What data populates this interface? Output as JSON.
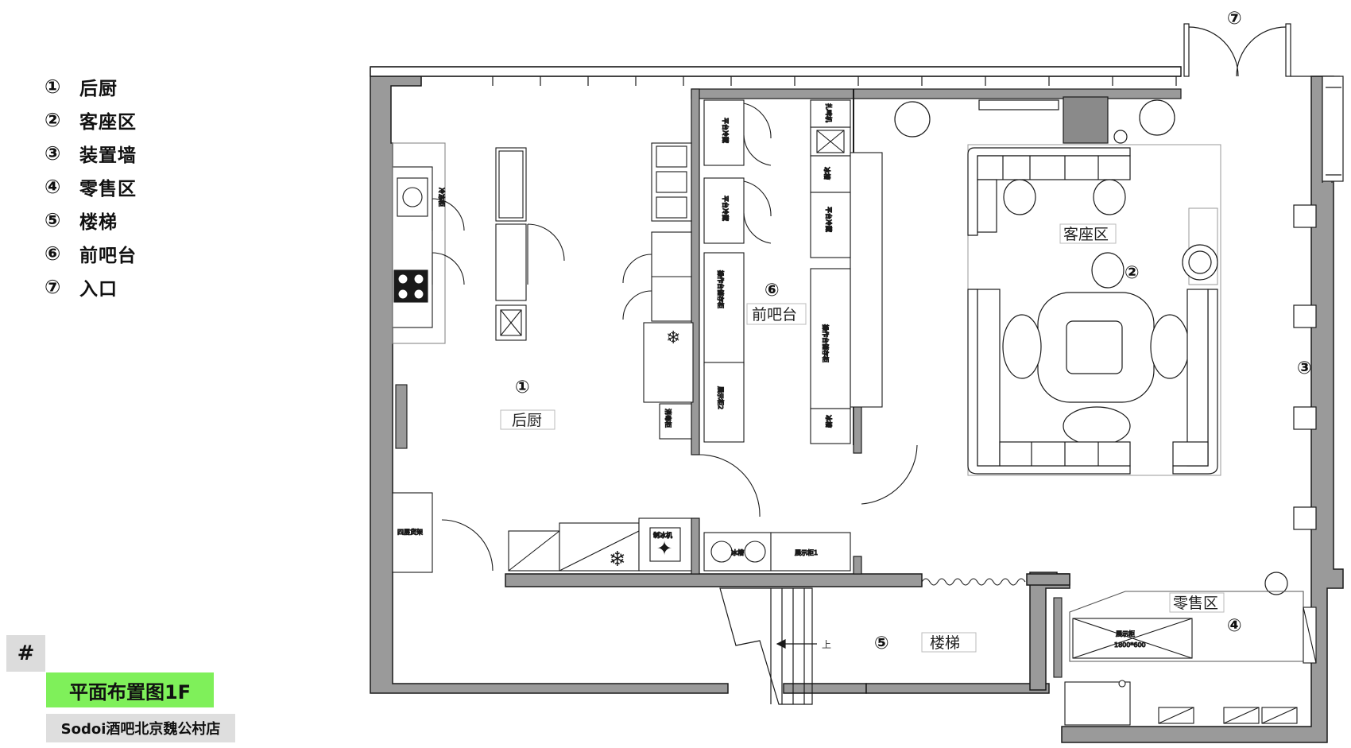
{
  "legend": [
    {
      "num": "①",
      "label": "后厨"
    },
    {
      "num": "②",
      "label": "客座区"
    },
    {
      "num": "③",
      "label": "装置墙"
    },
    {
      "num": "④",
      "label": "零售区"
    },
    {
      "num": "⑤",
      "label": "楼梯"
    },
    {
      "num": "⑥",
      "label": "前吧台"
    },
    {
      "num": "⑦",
      "label": "入口"
    }
  ],
  "badge": {
    "hash": "#",
    "title": "平面布置图1F",
    "subtitle": "Sodoi酒吧北京魏公村店"
  },
  "plan": {
    "markers": {
      "m1": "①",
      "m2": "②",
      "m3": "③",
      "m4": "④",
      "m5": "⑤",
      "m6": "⑥",
      "m7": "⑦"
    },
    "zones": {
      "kitchen": "后厨",
      "seating": "客座区",
      "retail": "零售区",
      "stairs": "楼梯",
      "bar": "前吧台"
    },
    "fixtures": {
      "bar_fridge_1": "平台冷藏",
      "bar_fridge_2": "平台冷藏",
      "bar_fridge_3": "平台冷藏",
      "bar_ice_1": "冰槽",
      "bar_ice_2": "冰槽",
      "bar_ice_3": "冰槽",
      "bar_work": "操作台储存柜",
      "bar_work_2": "操作台储存柜",
      "display_2": "展示柜2",
      "display_1": "展示柜1",
      "disinfect": "消毒柜",
      "ice_machine": "制冰机",
      "shelf_4": "四层货架",
      "display_retail": "展示柜",
      "display_retail_size": "1800*600",
      "stair_up": "上",
      "coffee": "扎啤机"
    },
    "colors": {
      "wall": "#9a9a9a",
      "line": "#1a1a1a",
      "thin": "#555555"
    }
  }
}
